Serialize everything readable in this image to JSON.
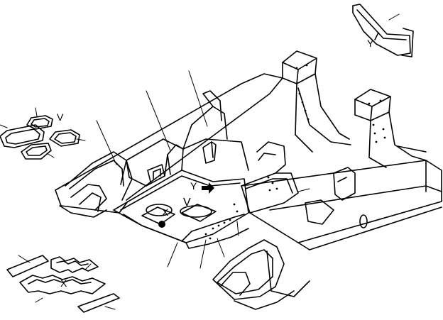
{
  "labels": {
    "y_top": "Y",
    "v_left": "V",
    "y_center": "Y",
    "v_center": "V",
    "x_center": "X",
    "x_bottom": "X"
  },
  "colors": {
    "line": "#000000",
    "background": "#ffffff"
  }
}
